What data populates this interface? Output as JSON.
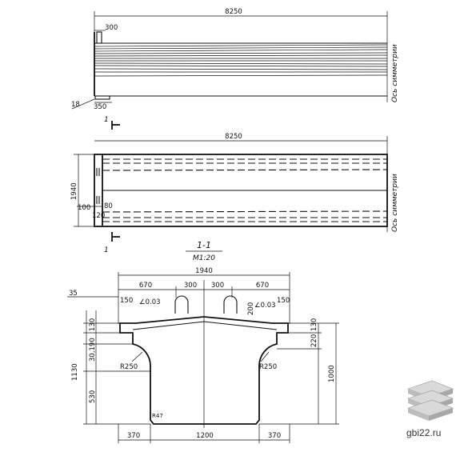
{
  "top_view": {
    "length": "8250",
    "end_block": "300",
    "bearing_width": "350",
    "bearing_offset": "18",
    "axis_label": "Ось симметрии"
  },
  "plan_view": {
    "length": "8250",
    "height": "1940",
    "dim_100": "100",
    "dim_80": "80",
    "dim_120": "120",
    "axis_label": "Ось симметрии",
    "cut_mark": "1"
  },
  "section": {
    "title": "1-1",
    "scale": "М1:20",
    "overall_width": "1940",
    "left_part": "670",
    "stem_left": "300",
    "stem_right": "300",
    "right_part": "670",
    "offset_35": "35",
    "left_150": "150",
    "right_150": "150",
    "slope_left": "0.03",
    "slope_right": "0.03",
    "right_200": "200",
    "left_130": "130",
    "right_130": "130",
    "left_190": "30,190",
    "right_220": "220",
    "total_1130": "1130",
    "total_1000": "1000",
    "radius_left": "R250",
    "radius_right": "R250",
    "bottom_530": "530",
    "chamfer": "R47",
    "bottom_left": "370",
    "bottom_mid": "1200",
    "bottom_right": "370"
  },
  "watermark": {
    "site": "gbi22.ru",
    "logo": "stacked-slabs-logo"
  }
}
